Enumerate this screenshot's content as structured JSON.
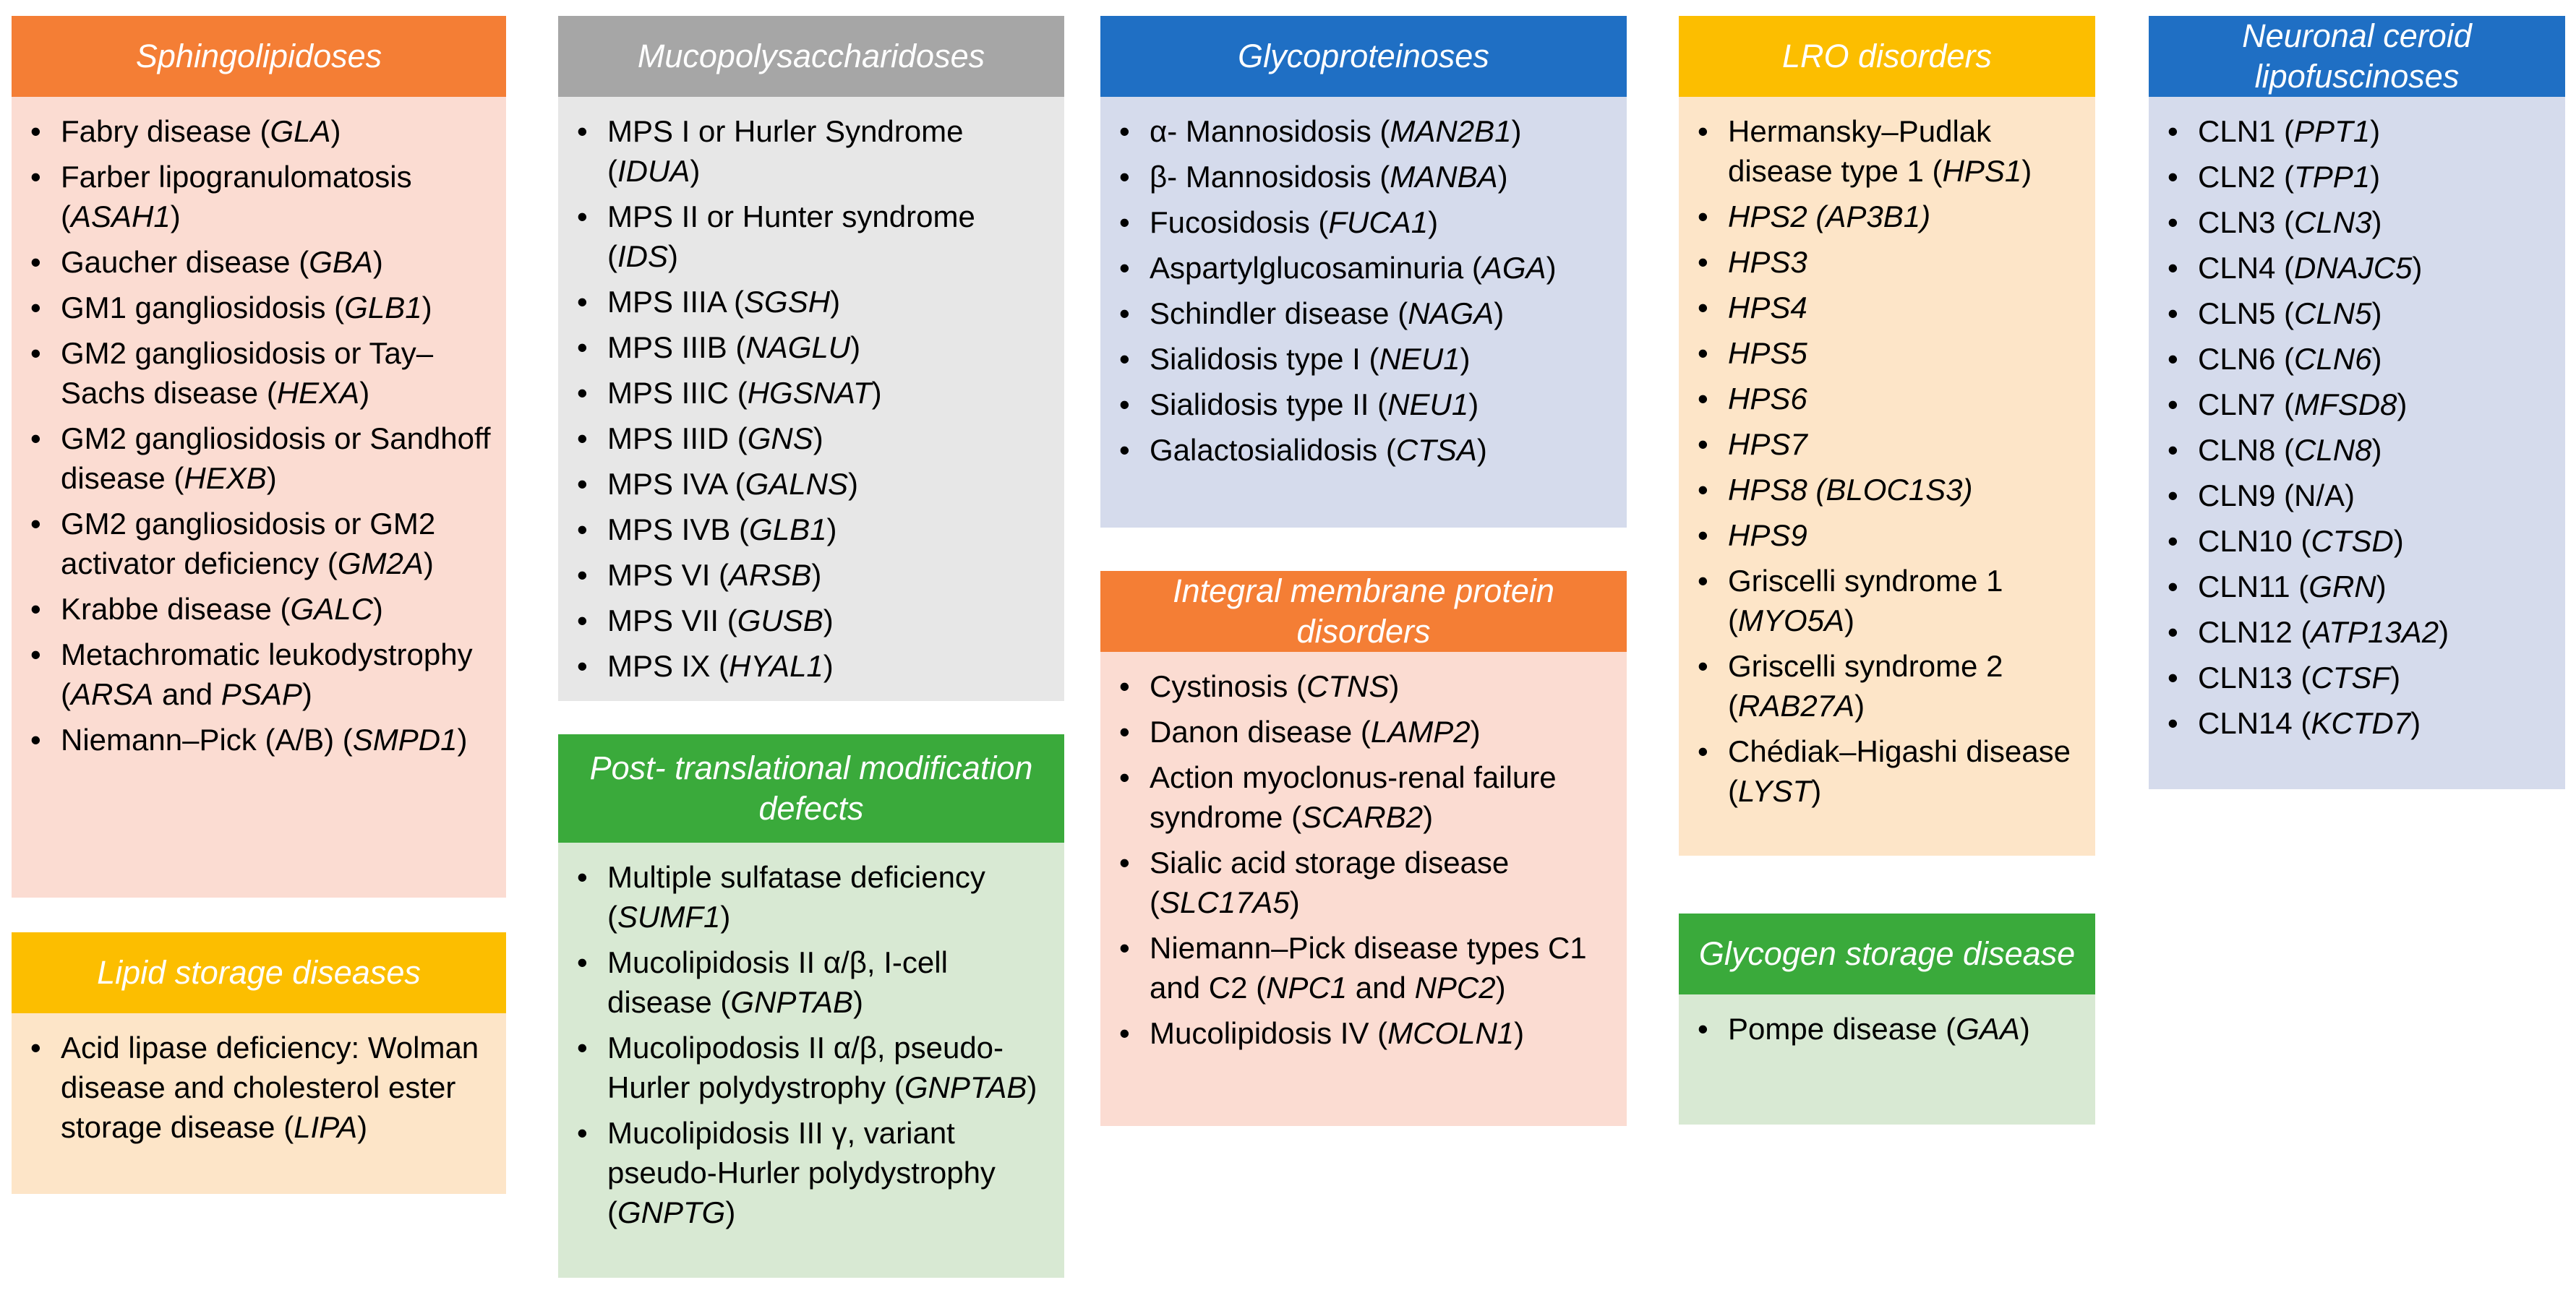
{
  "boxes": {
    "sphingolipidoses": {
      "title": "Sphingolipidoses",
      "items": [
        [
          "Fabry disease  (",
          "GLA",
          ")"
        ],
        [
          "Farber lipogranulomatosis (",
          "ASAH1",
          ")"
        ],
        [
          "Gaucher disease (",
          "GBA",
          ")"
        ],
        [
          "GM1 gangliosidosis (",
          "GLB1",
          ")"
        ],
        [
          "GM2 gangliosidosis or Tay–Sachs disease (",
          "HEXA",
          ")"
        ],
        [
          "GM2 gangliosidosis or Sandhoff disease (",
          "HEXB",
          ")"
        ],
        [
          "GM2 gangliosidosis or GM2 activator deficiency (",
          "GM2A",
          ")"
        ],
        [
          "Krabbe disease (",
          "GALC",
          ")"
        ],
        [
          "Metachromatic leukodystrophy (",
          "ARSA",
          " and ",
          "PSAP",
          ")"
        ],
        [
          "Niemann–Pick (A/B) (",
          "SMPD1",
          ")"
        ]
      ]
    },
    "lipid_storage": {
      "title": "Lipid storage diseases",
      "items": [
        [
          "Acid lipase deficiency: Wolman disease and cholesterol ester storage disease (",
          "LIPA",
          ")"
        ]
      ]
    },
    "mucopolysaccharidoses": {
      "title": "Mucopolysaccharidoses",
      "items": [
        [
          "MPS I or Hurler Syndrome (",
          "IDUA",
          ")"
        ],
        [
          "MPS II or Hunter syndrome (",
          "IDS",
          ")"
        ],
        [
          "MPS IIIA (",
          "SGSH",
          ")"
        ],
        [
          "MPS IIIB (",
          "NAGLU",
          ")"
        ],
        [
          "MPS IIIC (",
          "HGSNAT",
          ")"
        ],
        [
          "MPS IIID (",
          "GNS",
          ")"
        ],
        [
          "MPS IVA (",
          "GALNS",
          ")"
        ],
        [
          "MPS IVB (",
          "GLB1",
          ")"
        ],
        [
          "MPS VI (",
          "ARSB",
          ")"
        ],
        [
          "MPS VII (",
          "GUSB",
          ")"
        ],
        [
          "MPS IX (",
          "HYAL1",
          ")"
        ]
      ]
    },
    "post_translational": {
      "title": "Post- translational modification defects",
      "items": [
        [
          "Multiple sulfatase deficiency (",
          "SUMF1",
          ")"
        ],
        [
          "Mucolipidosis II α/β, I-cell disease (",
          "GNPTAB",
          ")"
        ],
        [
          "Mucolipodosis II α/β, pseudo-Hurler polydystrophy (",
          "GNPTAB",
          ")"
        ],
        [
          "Mucolipidosis III γ, variant pseudo-Hurler polydystrophy (",
          "GNPTG",
          ")"
        ]
      ]
    },
    "glycoproteinoses": {
      "title": "Glycoproteinoses",
      "items": [
        [
          "α- Mannosidosis (",
          "MAN2B1",
          ")"
        ],
        [
          "β- Mannosidosis (",
          "MANBA",
          ")"
        ],
        [
          "Fucosidosis (",
          "FUCA1",
          ")"
        ],
        [
          "Aspartylglucosaminuria (",
          "AGA",
          ")"
        ],
        [
          "Schindler disease (",
          "NAGA",
          ")"
        ],
        [
          "Sialidosis type I (",
          "NEU1",
          ")"
        ],
        [
          "Sialidosis type II (",
          "NEU1",
          ")"
        ],
        [
          "Galactosialidosis (",
          "CTSA",
          ")"
        ]
      ]
    },
    "integral_membrane": {
      "title": "Integral membrane protein disorders",
      "items": [
        [
          "Cystinosis (",
          "CTNS",
          ")"
        ],
        [
          "Danon disease (",
          "LAMP2",
          ")"
        ],
        [
          "Action myoclonus-renal failure syndrome (",
          "SCARB2",
          ")"
        ],
        [
          "Sialic acid storage disease (",
          "SLC17A5",
          ")"
        ],
        [
          "Niemann–Pick disease types C1 and C2 (",
          "NPC1",
          " and ",
          "NPC2",
          ")"
        ],
        [
          "Mucolipidosis IV (",
          "MCOLN1",
          ")"
        ]
      ]
    },
    "lro_disorders": {
      "title": "LRO disorders",
      "items": [
        [
          "Hermansky–Pudlak disease type 1 (",
          "HPS1",
          ")"
        ],
        [
          "",
          "HPS2 (AP3B1)",
          ""
        ],
        [
          "",
          "HPS3",
          ""
        ],
        [
          "",
          "HPS4",
          ""
        ],
        [
          "",
          "HPS5",
          ""
        ],
        [
          "",
          "HPS6",
          ""
        ],
        [
          "",
          "HPS7",
          ""
        ],
        [
          "",
          "HPS8 (BLOC1S3)",
          ""
        ],
        [
          "",
          "HPS9",
          ""
        ],
        [
          "Griscelli syndrome 1 (",
          "MYO5A",
          ")"
        ],
        [
          "Griscelli syndrome 2 (",
          "RAB27A",
          ")"
        ],
        [
          "Chédiak–Higashi disease (",
          "LYST",
          ")"
        ]
      ]
    },
    "glycogen_storage": {
      "title": "Glycogen storage disease",
      "items": [
        [
          "Pompe disease (",
          "GAA",
          ")"
        ]
      ]
    },
    "ncl": {
      "title": "Neuronal ceroid lipofuscinoses",
      "items": [
        [
          "CLN1 (",
          "PPT1",
          ")"
        ],
        [
          "CLN2 (",
          "TPP1",
          ")"
        ],
        [
          "CLN3 (",
          "CLN3",
          ")"
        ],
        [
          "CLN4 (",
          "DNAJC5",
          ")"
        ],
        [
          "CLN5 (",
          "CLN5",
          ")"
        ],
        [
          "CLN6 (",
          "CLN6",
          ")"
        ],
        [
          "CLN7 (",
          "MFSD8",
          ")"
        ],
        [
          "CLN8 (",
          "CLN8",
          ")"
        ],
        [
          "CLN9 (N/A)",
          "",
          ""
        ],
        [
          "CLN10 (",
          "CTSD",
          ")"
        ],
        [
          "CLN11 (",
          "GRN",
          ")"
        ],
        [
          "CLN12 (",
          "ATP13A2",
          ")"
        ],
        [
          "CLN13 (",
          "CTSF",
          ")"
        ],
        [
          "CLN14 (",
          "KCTD7",
          ")"
        ]
      ]
    }
  }
}
